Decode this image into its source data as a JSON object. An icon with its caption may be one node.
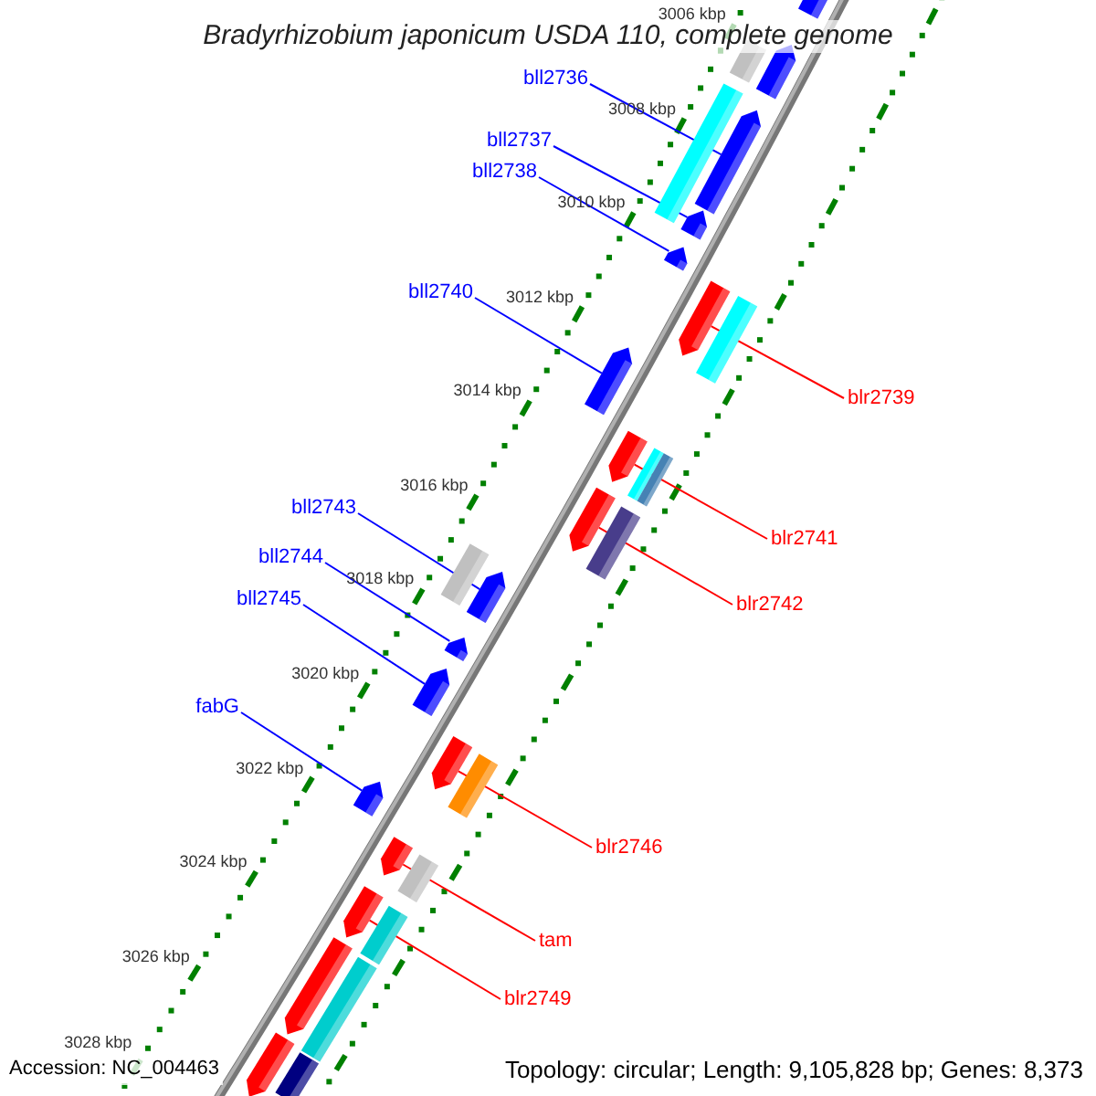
{
  "diagram": {
    "title": "Bradyrhizobium japonicum USDA 110, complete genome",
    "nodes": [
      {
        "text": [
          "bll2736"
        ]
      },
      {
        "text": [
          "bll2737"
        ]
      },
      {
        "text": [
          "bll2738"
        ]
      },
      {
        "text": [
          "bll2740"
        ]
      },
      {
        "text": [
          "blr2739"
        ]
      },
      {
        "text": [
          "bll2743"
        ]
      },
      {
        "text": [
          "blr2741"
        ]
      },
      {
        "text": [
          "bll2744"
        ]
      },
      {
        "text": [
          "bll2745"
        ]
      },
      {
        "text": [
          "blr2742"
        ]
      },
      {
        "text": [
          "fabG"
        ]
      },
      {
        "text": [
          "blr2746"
        ]
      },
      {
        "text": [
          "tam"
        ]
      },
      {
        "text": [
          "blr2749"
        ]
      },
      {
        "text": [],
        "shape": "pentagon"
      },
      {
        "text": [],
        "shape": "pentagon"
      },
      {
        "text": [],
        "shape": "box"
      },
      {
        "text": [],
        "shape": "box"
      },
      {
        "text": [],
        "shape": "pentagon"
      },
      {
        "text": [],
        "shape": "pentagon"
      },
      {
        "text": [],
        "shape": "pentagon"
      },
      {
        "text": [],
        "shape": "pentagon"
      },
      {
        "text": [],
        "shape": "box"
      },
      {
        "text": [],
        "shape": "pentagon"
      },
      {
        "text": [],
        "shape": "pentagon"
      },
      {
        "text": [],
        "shape": "box"
      },
      {
        "text": [],
        "shape": "box"
      },
      {
        "text": [],
        "shape": "pentagon"
      },
      {
        "text": [],
        "shape": "box"
      },
      {
        "text": [],
        "shape": "box"
      },
      {
        "text": [],
        "shape": "pentagon"
      },
      {
        "text": [],
        "shape": "pentagon"
      },
      {
        "text": [],
        "shape": "pentagon"
      },
      {
        "text": [],
        "shape": "pentagon"
      },
      {
        "text": [],
        "shape": "box"
      },
      {
        "text": [],
        "shape": "pentagon"
      },
      {
        "text": [],
        "shape": "pentagon"
      },
      {
        "text": [],
        "shape": "box"
      },
      {
        "text": [],
        "shape": "pentagon"
      },
      {
        "text": [],
        "shape": "box"
      },
      {
        "text": [],
        "shape": "pentagon"
      },
      {
        "text": [],
        "shape": "box"
      },
      {
        "text": [],
        "shape": "pentagon"
      },
      {
        "text": [],
        "shape": "box"
      }
    ],
    "edges": [
      {
        "from": 0,
        "to": 18,
        "arrow": "none"
      },
      {
        "from": 1,
        "to": 19,
        "arrow": "none"
      },
      {
        "from": 2,
        "to": 20,
        "arrow": "none"
      },
      {
        "from": 3,
        "to": 23,
        "arrow": "none"
      },
      {
        "from": 4,
        "to": 21,
        "arrow": "none",
        "color": "#ff0000"
      },
      {
        "from": 5,
        "to": 30,
        "arrow": "none"
      },
      {
        "from": 6,
        "to": 24,
        "arrow": "none",
        "color": "#ff0000"
      },
      {
        "from": 7,
        "to": 31,
        "arrow": "none"
      },
      {
        "from": 8,
        "to": 32,
        "arrow": "none"
      },
      {
        "from": 9,
        "to": 27,
        "arrow": "none",
        "color": "#ff0000"
      },
      {
        "from": 10,
        "to": 35,
        "arrow": "none"
      },
      {
        "from": 11,
        "to": 33,
        "arrow": "none",
        "color": "#ff0000"
      },
      {
        "from": 12,
        "to": 36,
        "arrow": "none",
        "color": "#ff0000"
      },
      {
        "from": 13,
        "to": 38,
        "arrow": "none",
        "color": "#ff0000"
      }
    ],
    "labels": [
      "3006 kbp",
      "3008 kbp",
      "3010 kbp",
      "3012 kbp",
      "3014 kbp",
      "3016 kbp",
      "3018 kbp",
      "3020 kbp",
      "3022 kbp",
      "3024 kbp",
      "3026 kbp",
      "3028 kbp",
      "Accession: NC_004463",
      "Topology: circular; Length: 9,105,828 bp; Genes: 8,373"
    ]
  }
}
